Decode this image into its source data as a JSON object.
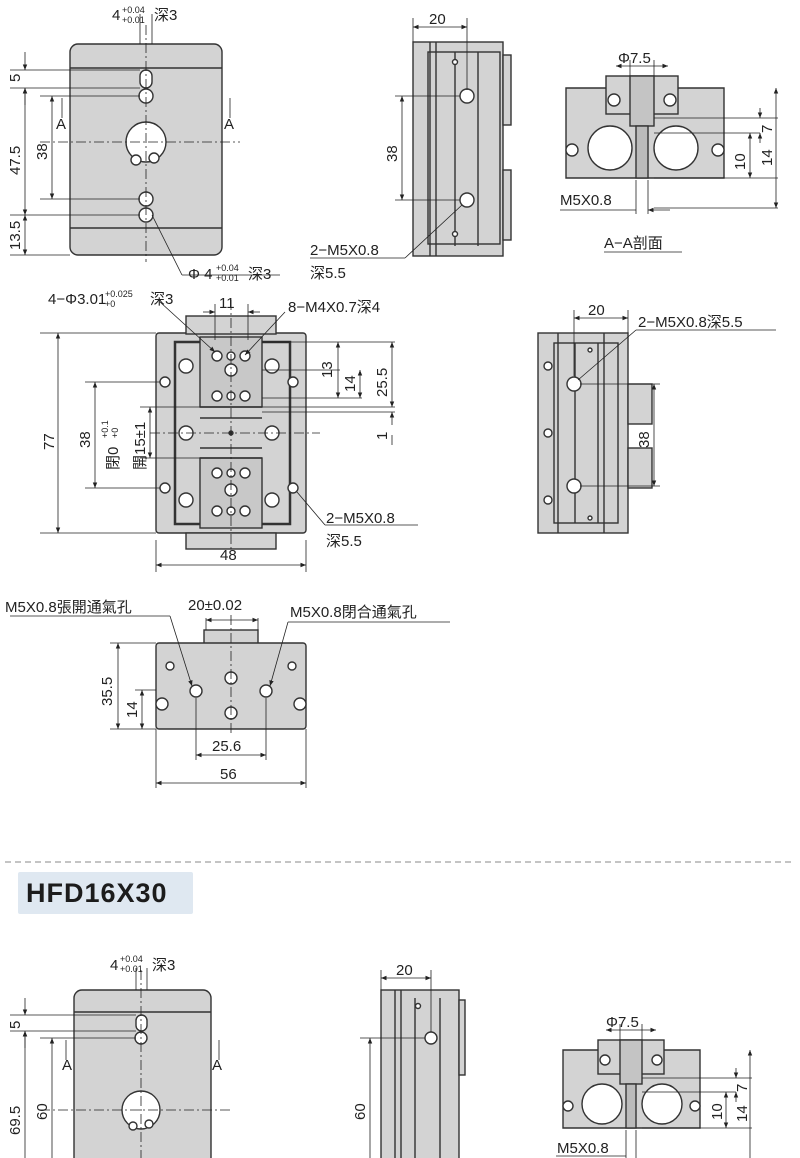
{
  "colors": {
    "body": "#d3d3d3",
    "line": "#222222",
    "dark": "#333333",
    "title_bg": "#dfe8f1"
  },
  "series_title": "HFD16X30",
  "view1": {
    "top_label": "4",
    "top_tol_up": "+0.04",
    "top_tol_low": "+0.01",
    "top_depth": "深3",
    "d5": "5",
    "d47": "47.5",
    "d38": "38",
    "d13": "13.5",
    "A": "A",
    "pin_prefix": "Φ 4",
    "pin_tol_up": "+0.04",
    "pin_tol_low": "+0.01",
    "pin_depth": "深3"
  },
  "view2": {
    "w20": "20",
    "h38": "38",
    "thread_label": "2−M5X0.8",
    "thread_depth": "深5.5"
  },
  "view3": {
    "phi": "Φ7.5",
    "d7": "7",
    "d14": "14",
    "d10": "10",
    "thread": "M5X0.8",
    "section": "A−A剖面"
  },
  "view4": {
    "hole_label": "4−Φ3.01",
    "hole_tol_up": "+0.025",
    "hole_tol_low": "+0",
    "hole_depth": "深3",
    "d11": "11",
    "thread8": "8−M4X0.7深4",
    "d77": "77",
    "d38": "38",
    "close": "閉0",
    "close_tol_up": "+0.1",
    "close_tol_low": "+0",
    "open": "開15±1",
    "d13": "13",
    "d14": "14",
    "d25": "25.5",
    "d1": "1",
    "thread2": "2−M5X0.8",
    "thread2_depth": "深5.5",
    "w48": "48"
  },
  "view5": {
    "w20": "20",
    "thread": "2−M5X0.8深5.5",
    "h38": "38"
  },
  "view6": {
    "open_port": "M5X0.8張開通氣孔",
    "pitch": "20±0.02",
    "close_port": "M5X0.8閉合通氣孔",
    "d35": "35.5",
    "d14": "14",
    "d25": "25.6",
    "w56": "56"
  },
  "view7": {
    "top_label": "4",
    "top_tol_up": "+0.04",
    "top_tol_low": "+0.01",
    "top_depth": "深3",
    "d5": "5",
    "d69": "69.5",
    "d60": "60",
    "A": "A"
  },
  "view8": {
    "w20": "20",
    "h60": "60"
  },
  "view9": {
    "phi": "Φ7.5",
    "d7": "7",
    "d14": "14",
    "d10": "10",
    "thread": "M5X0.8"
  }
}
